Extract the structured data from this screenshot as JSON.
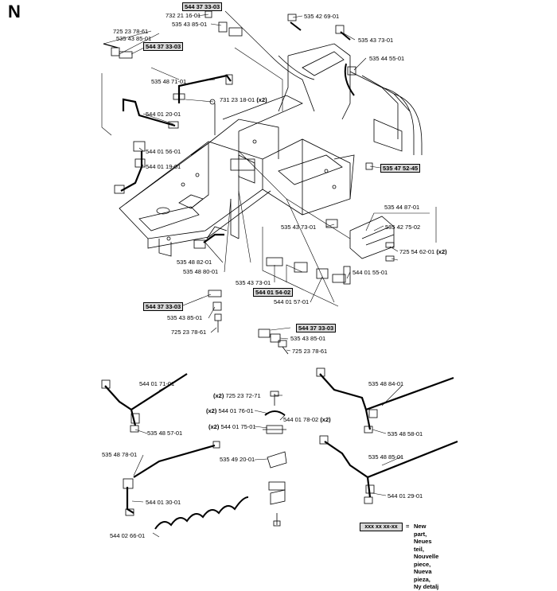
{
  "section_letter": "N",
  "part_labels": {
    "p1": "725 23 78-61",
    "p2": "535 43 85-01",
    "p3": "544 37 33-03",
    "p4": "732 21 16-01",
    "p5": "535 43 85-01",
    "p6": "544 37 33-03",
    "p7": "535 42 69-01",
    "p8": "535 43 73-01",
    "p9": "535 44 55-01",
    "p10": "535 48 71-01",
    "p11": "731 23 18-01",
    "p11q": "(x2)",
    "p12": "544 01 20-01",
    "p13": "544 01 56-01",
    "p14": "544 01 19-01",
    "p15": "535 47 52-45",
    "p16": "535 44 87-01",
    "p17": "535 43 73-01",
    "p18": "535 42 75-02",
    "p19": "725 54 62-01",
    "p19q": "(x2)",
    "p20": "535 48 82-01",
    "p21": "535 48 80-01",
    "p22": "535 43 73-01",
    "p23": "544 01 54-02",
    "p24": "544 01 55-01",
    "p25": "544 01 57-01",
    "p26": "544 37 33-03",
    "p27": "535 43 85-01",
    "p28": "725 23 78-61",
    "p29": "544 37 33-03",
    "p30": "535 43 85-01",
    "p31": "725 23 78-61",
    "p32": "544 01 71-01",
    "p33": "535 48 57-01",
    "p34q": "(x2)",
    "p34": "725 23 72-71",
    "p35q": "(x2)",
    "p35": "544 01 76-01",
    "p36": "544 01 78-02",
    "p36q": "(x2)",
    "p37q": "(x2)",
    "p37": "544 01 75-01",
    "p38": "535 48 84-01",
    "p39": "535 48 58-01",
    "p40": "535 48 78-01",
    "p41": "535 49 20-01",
    "p42": "535 48 85-01",
    "p43": "544 01 30-01",
    "p44": "544 01 29-01",
    "p45": "544 02 66-01"
  },
  "legend": {
    "key": "xxx xx xx-xx",
    "equals": "=",
    "lines": [
      "New part,",
      "Neues teil,",
      "Nouvelle piece,",
      "Nueva pieza,",
      "Ny detalj"
    ]
  },
  "colors": {
    "ink": "#000000",
    "highlight": "#d9d9d9"
  }
}
